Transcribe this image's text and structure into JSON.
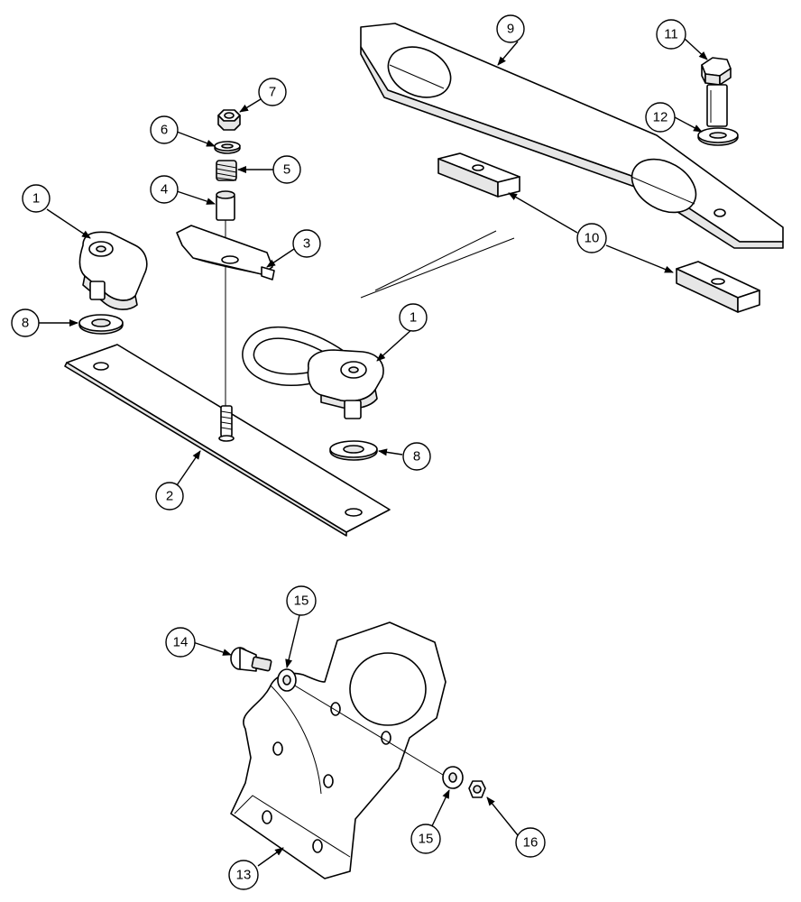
{
  "diagram": {
    "labels": {
      "b1a": "1",
      "b1b": "1",
      "b2": "2",
      "b3": "3",
      "b4": "4",
      "b5": "5",
      "b6": "6",
      "b7": "7",
      "b8a": "8",
      "b8b": "8",
      "b9": "9",
      "b10": "10",
      "b11": "11",
      "b12": "12",
      "b13": "13",
      "b14": "14",
      "b15a": "15",
      "b15b": "15",
      "b16": "16"
    }
  }
}
